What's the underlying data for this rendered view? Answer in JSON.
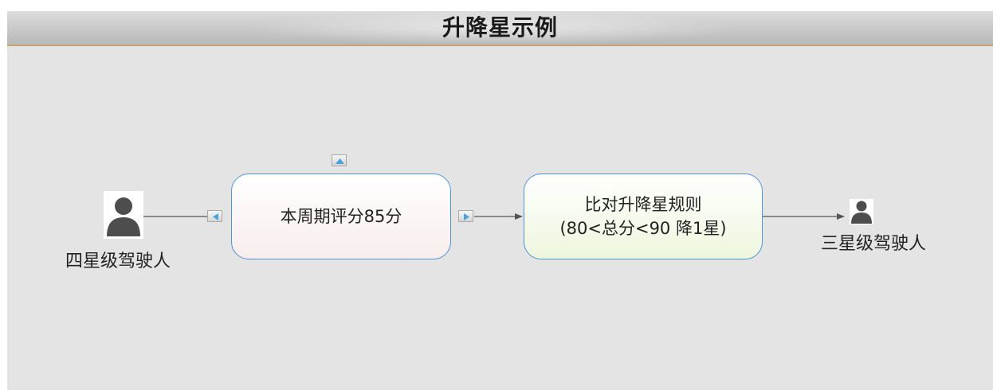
{
  "title": "升降星示例",
  "nodes": {
    "score": {
      "label": "本周期评分85分"
    },
    "rule": {
      "line1": "比对升降星规则",
      "line2": "(80<总分<90  降1星)"
    }
  },
  "persons": {
    "from": {
      "label": "四星级驾驶人",
      "icon": "person-icon"
    },
    "to": {
      "label": "三星级驾驶人",
      "icon": "person-icon"
    }
  },
  "controls": {
    "up": {
      "icon": "triangle-up-icon"
    },
    "left": {
      "icon": "triangle-left-icon"
    },
    "right": {
      "icon": "triangle-right-icon"
    }
  },
  "colors": {
    "node_border": "#4e94d6",
    "control_arrow": "#4aa3d6",
    "avatar": "#4d4d4d",
    "connector": "#555555",
    "title_underline": "#c9a46e"
  }
}
